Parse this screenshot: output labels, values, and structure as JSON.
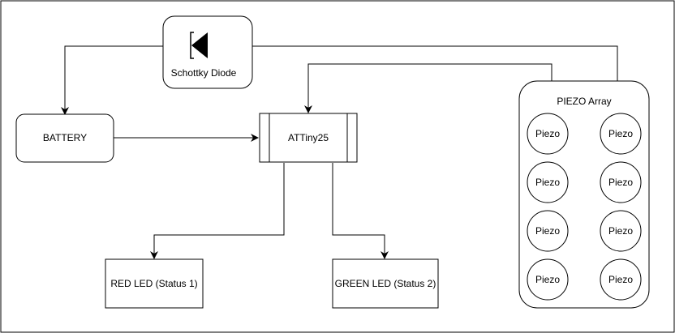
{
  "diagram": {
    "nodes": {
      "schottky_diode": {
        "label": "Schottky Diode"
      },
      "battery": {
        "label": "BATTERY"
      },
      "attiny": {
        "label": "ATTiny25"
      },
      "red_led": {
        "label": "RED LED (Status 1)"
      },
      "green_led": {
        "label": "GREEN LED (Status 2)"
      },
      "piezo_array": {
        "label": "PIEZO Array",
        "items": [
          "Piezo",
          "Piezo",
          "Piezo",
          "Piezo",
          "Piezo",
          "Piezo",
          "Piezo",
          "Piezo"
        ]
      }
    },
    "edges": [
      {
        "from": "piezo_array",
        "to": "schottky_diode"
      },
      {
        "from": "schottky_diode",
        "to": "battery"
      },
      {
        "from": "piezo_array",
        "to": "attiny"
      },
      {
        "from": "battery",
        "to": "attiny"
      },
      {
        "from": "attiny",
        "to": "red_led"
      },
      {
        "from": "attiny",
        "to": "green_led"
      }
    ],
    "colors": {
      "stroke": "#000000",
      "fill": "#ffffff"
    }
  }
}
